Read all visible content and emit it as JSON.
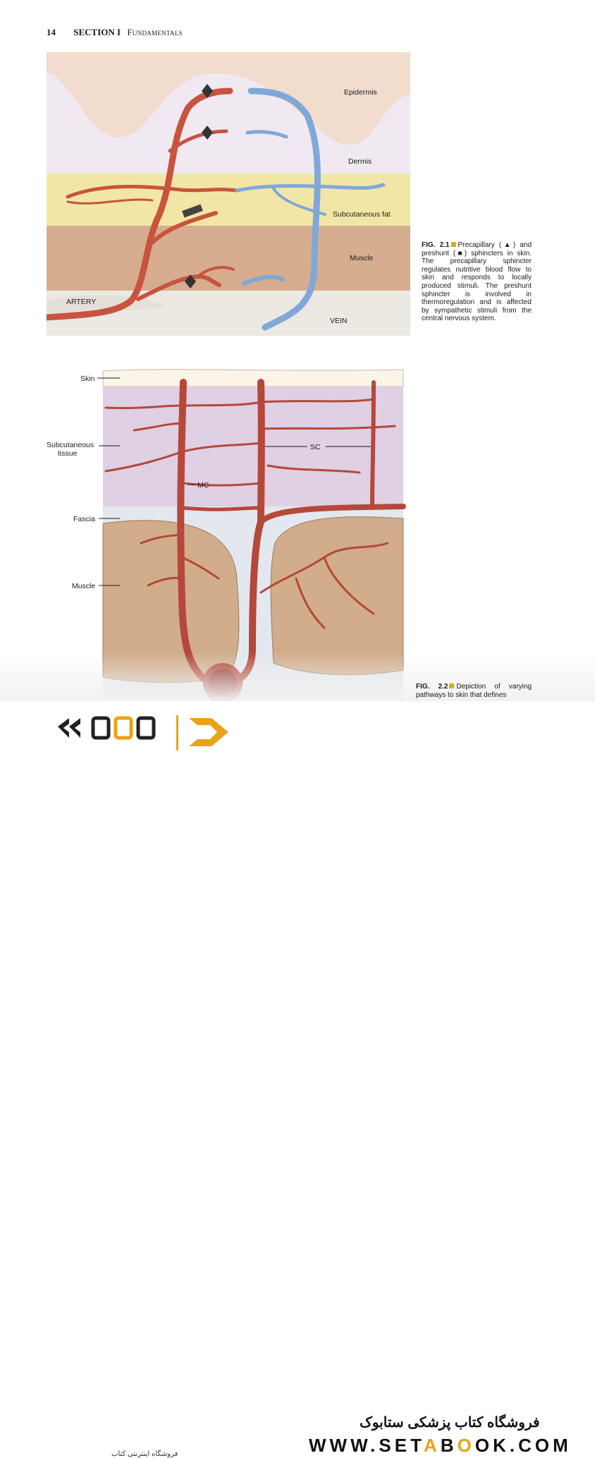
{
  "header": {
    "page_number": "14",
    "section": "SECTION I",
    "section_title": "Fundamentals"
  },
  "fig1": {
    "labels": {
      "epidermis": "Epidermis",
      "dermis": "Dermis",
      "subcutaneous_fat": "Subcutaneous fat",
      "muscle": "Muscle",
      "artery": "ARTERY",
      "vein": "VEIN"
    },
    "caption": {
      "fig_label": "FIG. 2.1",
      "text": "Precapillary (▲) and preshunt (■) sphincters in skin. The precapillary sphincter regulates nutritive blood flow to skin and responds to locally produced stimuli. The preshunt sphincter is involved in thermoregulation and is affected by sympathetic stimuli from the central nervous system."
    }
  },
  "fig2": {
    "labels": {
      "skin": "Skin",
      "subcutaneous_1": "Subcutaneous",
      "subcutaneous_2": "tissue",
      "fascia": "Fascia",
      "muscle": "Muscle",
      "sc": "SC",
      "mc": "MC"
    },
    "caption": {
      "fig_label": "FIG. 2.2",
      "text": "Depiction of varying pathways to skin that defines"
    }
  },
  "footer": {
    "store_name": "فروشگاه کتاب پزشکی ستابوک",
    "url_prefix": "WWW.SET",
    "url_o": "A",
    "url_mid": "B",
    "url_o2": "O",
    "url_suffix": "OK.COM",
    "logo_tagline": "فروشگاه اینترنتی کتاب"
  },
  "colors": {
    "artery": "#c8533f",
    "vein": "#7fa8d8",
    "fat": "#f2e6a6",
    "muscle": "#d6ad8e",
    "dermis": "#f1e9f1",
    "sc_tissue": "#dfd0e4"
  }
}
